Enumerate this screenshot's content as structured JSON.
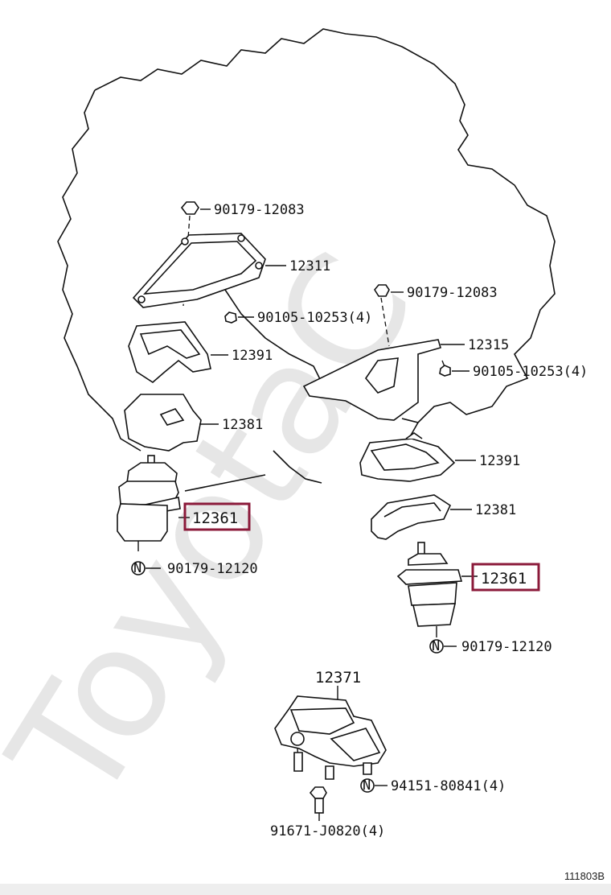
{
  "watermark": "ToyotaC",
  "diagram_code": "111803B",
  "highlight_color": "#8b1a3a",
  "callouts": {
    "nut_top_left": "90179-12083",
    "bracket_left": "12311",
    "bolt_left": "90105-10253(4)",
    "stopper_left": "12391",
    "insulator_left": "12381",
    "mount_left": "12361",
    "nut_bottom_left": "90179-12120",
    "nut_top_right": "90179-12083",
    "bracket_right": "12315",
    "bolt_right": "90105-10253(4)",
    "stopper_right": "12391",
    "insulator_right": "12381",
    "mount_right": "12361",
    "nut_bottom_right": "90179-12120",
    "rear_mount": "12371",
    "rear_nut": "94151-80841(4)",
    "rear_bolt": "91671-J0820(4)"
  },
  "symbols": {
    "n_mark": "N"
  }
}
